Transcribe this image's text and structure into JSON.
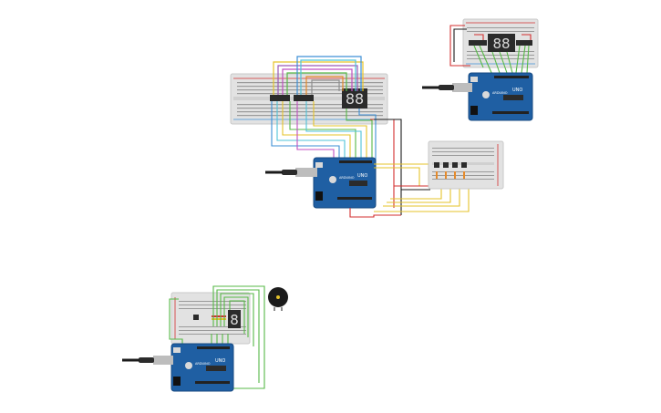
{
  "canvas": {
    "background": "#ffffff",
    "wire_colors": {
      "red": "#d32f2f",
      "black": "#1b1b1b",
      "yellow": "#e5c32a",
      "green": "#57b947",
      "blue": "#3d8fd6",
      "cyan": "#4fc3d9",
      "purple": "#9b59b6",
      "magenta": "#c04fc0",
      "orange": "#e58a2a",
      "gray": "#8e8e8e"
    },
    "board_color": "#1f5fa3",
    "breadboard_color": "#e2e2e2"
  },
  "boards": [
    {
      "name": "arduino-uno-top-right",
      "label": "UNO",
      "brand": "ARDUINO"
    },
    {
      "name": "arduino-uno-center",
      "label": "UNO",
      "brand": "ARDUINO"
    },
    {
      "name": "arduino-uno-bottom-left",
      "label": "UNO",
      "brand": "ARDUINO"
    }
  ],
  "displays": [
    {
      "name": "seven-segment-top-right",
      "digits": "88"
    },
    {
      "name": "seven-segment-center",
      "digits": "88"
    },
    {
      "name": "seven-segment-bottom-left",
      "digits": "8"
    }
  ],
  "components": {
    "buzzer": "piezo-buzzer",
    "buttons": "pushbutton-row",
    "potentiometer": "potentiometer"
  }
}
